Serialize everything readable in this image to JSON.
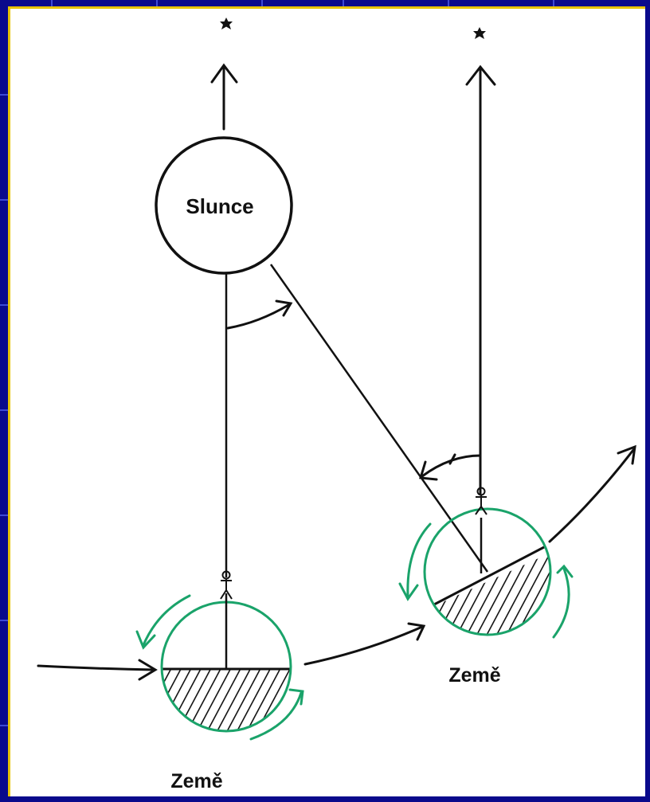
{
  "labels": {
    "sun": "Slunce",
    "earth_left": "Země",
    "earth_right": "Země"
  },
  "icons": {
    "star_left": "star-icon",
    "star_right": "star-icon",
    "observer_left": "stick-figure-icon",
    "observer_right": "stick-figure-icon"
  },
  "colors": {
    "background": "#0a0a8c",
    "frame_accent": "#e8c400",
    "grid_line": "#3d4ad6",
    "earth_outline": "#1aa36a",
    "ink": "#111111"
  }
}
